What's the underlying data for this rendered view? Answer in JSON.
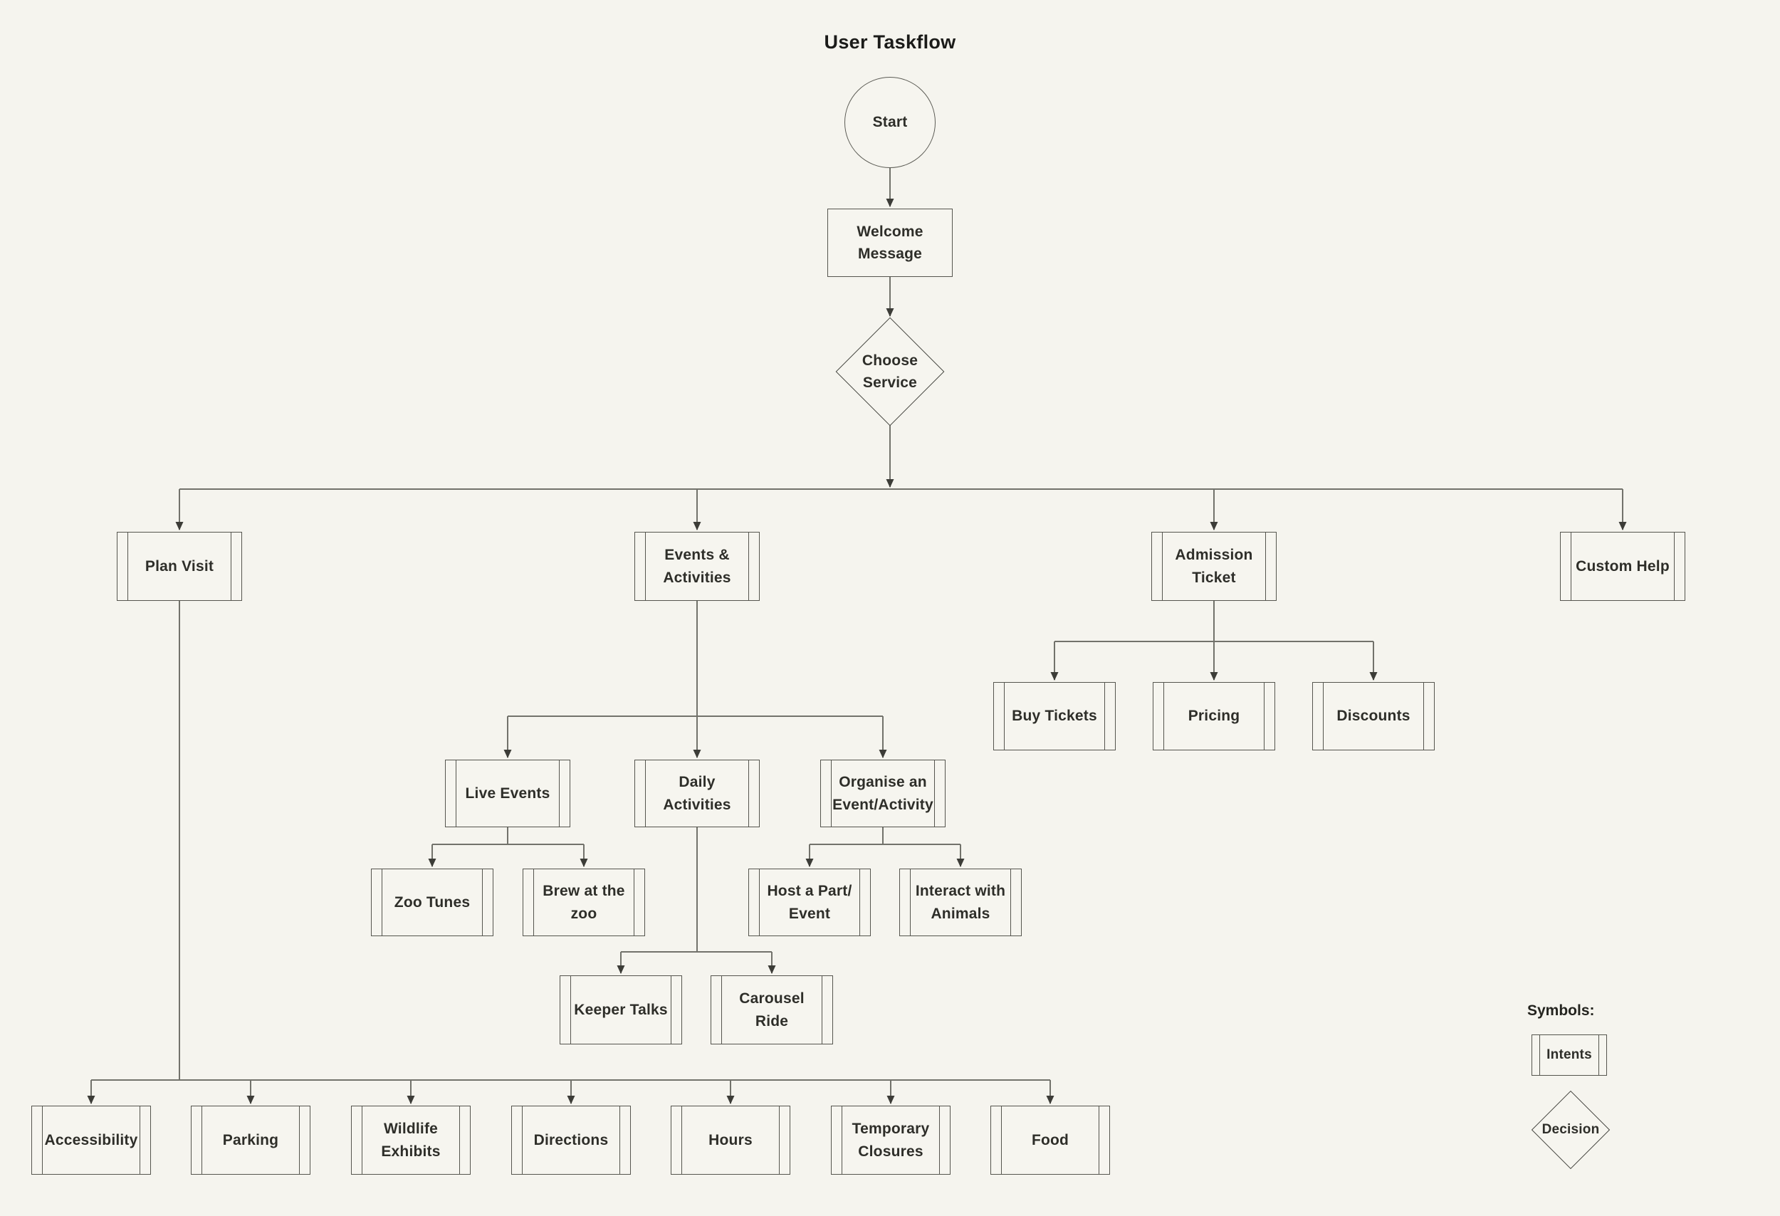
{
  "title": "User Taskflow",
  "palette": {
    "background": "#f5f4ee",
    "shape_border": "#55554e",
    "connector_line": "#72726b",
    "arrowhead": "#3c3c37",
    "text": "#2e2e29"
  },
  "nodes": {
    "start": {
      "type": "start",
      "label": "Start"
    },
    "welcome_message": {
      "type": "process",
      "label": "Welcome\nMessage"
    },
    "choose_service": {
      "type": "decision",
      "label": "Choose\nService"
    },
    "plan_visit": {
      "type": "intent",
      "label": "Plan Visit"
    },
    "events_activities": {
      "type": "intent",
      "label": "Events &\nActivities"
    },
    "admission_ticket": {
      "type": "intent",
      "label": "Admission\nTicket"
    },
    "custom_help": {
      "type": "intent",
      "label": "Custom Help"
    },
    "buy_tickets": {
      "type": "intent",
      "label": "Buy Tickets"
    },
    "pricing": {
      "type": "intent",
      "label": "Pricing"
    },
    "discounts": {
      "type": "intent",
      "label": "Discounts"
    },
    "live_events": {
      "type": "intent",
      "label": "Live Events"
    },
    "daily_activities": {
      "type": "intent",
      "label": "Daily\nActivities"
    },
    "organise_event": {
      "type": "intent",
      "label": "Organise an\nEvent/Activity"
    },
    "zoo_tunes": {
      "type": "intent",
      "label": "Zoo Tunes"
    },
    "brew_at_zoo": {
      "type": "intent",
      "label": "Brew at the\nzoo"
    },
    "host_party_event": {
      "type": "intent",
      "label": "Host a Part/\nEvent"
    },
    "interact_animals": {
      "type": "intent",
      "label": "Interact with\nAnimals"
    },
    "keeper_talks": {
      "type": "intent",
      "label": "Keeper Talks"
    },
    "carousel_ride": {
      "type": "intent",
      "label": "Carousel\nRide"
    },
    "accessibility": {
      "type": "intent",
      "label": "Accessibility"
    },
    "parking": {
      "type": "intent",
      "label": "Parking"
    },
    "wildlife_exhibits": {
      "type": "intent",
      "label": "Wildlife\nExhibits"
    },
    "directions": {
      "type": "intent",
      "label": "Directions"
    },
    "hours": {
      "type": "intent",
      "label": "Hours"
    },
    "temporary_closures": {
      "type": "intent",
      "label": "Temporary\nClosures"
    },
    "food": {
      "type": "intent",
      "label": "Food"
    }
  },
  "legend": {
    "heading": "Symbols:",
    "intent_label": "Intents",
    "decision_label": "Decision"
  },
  "edges": [
    "Start -> Welcome Message",
    "Welcome Message -> Choose Service",
    "Choose Service -> Plan Visit",
    "Choose Service -> Events & Activities",
    "Choose Service -> Admission Ticket",
    "Choose Service -> Custom Help",
    "Admission Ticket -> Buy Tickets",
    "Admission Ticket -> Pricing",
    "Admission Ticket -> Discounts",
    "Events & Activities -> Live Events",
    "Events & Activities -> Daily Activities",
    "Events & Activities -> Organise an Event/Activity",
    "Live Events -> Zoo Tunes",
    "Live Events -> Brew at the zoo",
    "Organise an Event/Activity -> Host a Part/Event",
    "Organise an Event/Activity -> Interact with Animals",
    "Daily Activities -> Keeper Talks",
    "Daily Activities -> Carousel Ride",
    "Plan Visit -> Accessibility",
    "Plan Visit -> Parking",
    "Plan Visit -> Wildlife Exhibits",
    "Plan Visit -> Directions",
    "Plan Visit -> Hours",
    "Plan Visit -> Temporary Closures",
    "Plan Visit -> Food"
  ]
}
